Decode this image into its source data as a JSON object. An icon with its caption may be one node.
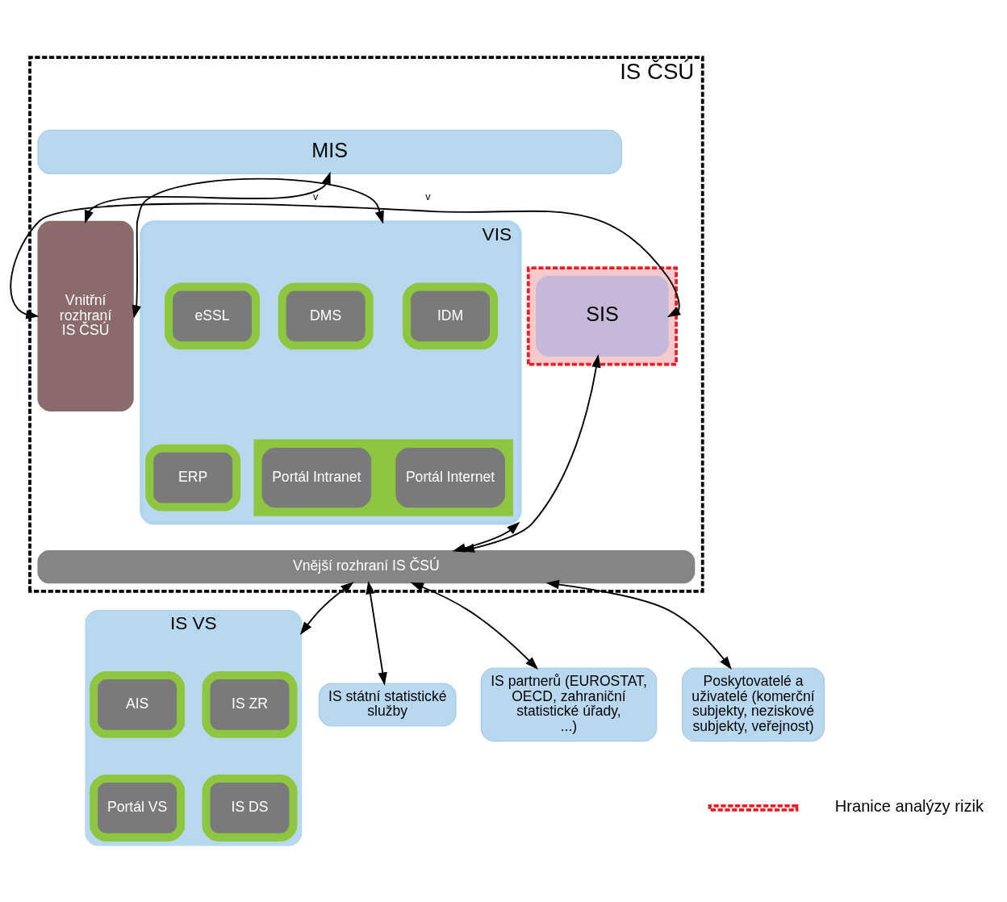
{
  "diagram": {
    "nodes": [
      {
        "text": [
          "IS ČSÚ"
        ]
      },
      {
        "text": [
          "MIS"
        ],
        "in": 0
      },
      {
        "text": [],
        "shape": "box",
        "in": 0
      },
      {
        "text": [
          "SIS"
        ],
        "in": 2
      },
      {
        "text": [
          "Vnitřní rozhraní IS ČSÚ"
        ],
        "in": 0
      },
      {
        "text": [
          "VIS"
        ],
        "in": 0
      },
      {
        "text": [
          "IDM"
        ],
        "in": 5
      },
      {
        "text": [
          "DMS"
        ],
        "in": 5
      },
      {
        "text": [
          "eSSL"
        ],
        "in": 5
      },
      {
        "text": [],
        "shape": "box",
        "in": 5
      },
      {
        "text": [
          "Portál Internet"
        ],
        "in": 9
      },
      {
        "text": [
          "Portál Intranet"
        ],
        "in": 9
      },
      {
        "text": [
          "ERP"
        ],
        "in": 5
      },
      {
        "text": [
          "Vnější rozhraní IS ČSÚ"
        ],
        "in": 0
      },
      {
        "text": [
          "IS VS"
        ]
      },
      {
        "text": [
          "IS ZR"
        ],
        "in": 14
      },
      {
        "text": [
          "AIS"
        ],
        "in": 14
      },
      {
        "text": [
          "IS DS"
        ],
        "in": 14
      },
      {
        "text": [
          "Portál VS"
        ],
        "in": 14
      },
      {
        "text": [
          "IS státní statistické služby"
        ]
      },
      {
        "text": [
          "IS partnerů (EUROSTAT, OECD, zahraniční statistické úřady, ...)"
        ]
      },
      {
        "text": [
          "Poskytovatelé a uživatelé (komerční subjekty, neziskové subjekty, veřejnost)"
        ]
      }
    ],
    "edges": [
      {
        "from": 1,
        "to": 4,
        "arrow": "both",
        "label": "v"
      },
      {
        "from": 3,
        "to": 4,
        "arrow": "both",
        "label": "v"
      },
      {
        "from": 4,
        "to": 5,
        "arrow": "both"
      },
      {
        "from": 3,
        "to": 13,
        "arrow": "both"
      },
      {
        "from": 5,
        "to": 13,
        "arrow": "both"
      },
      {
        "from": 13,
        "to": 14,
        "arrow": "both"
      },
      {
        "from": 13,
        "to": 19,
        "arrow": "both"
      },
      {
        "from": 13,
        "to": 20,
        "arrow": "both"
      },
      {
        "from": 13,
        "to": 21,
        "arrow": "both"
      }
    ],
    "legend": [
      {
        "text": "Hranice analýzy rizik"
      }
    ]
  }
}
